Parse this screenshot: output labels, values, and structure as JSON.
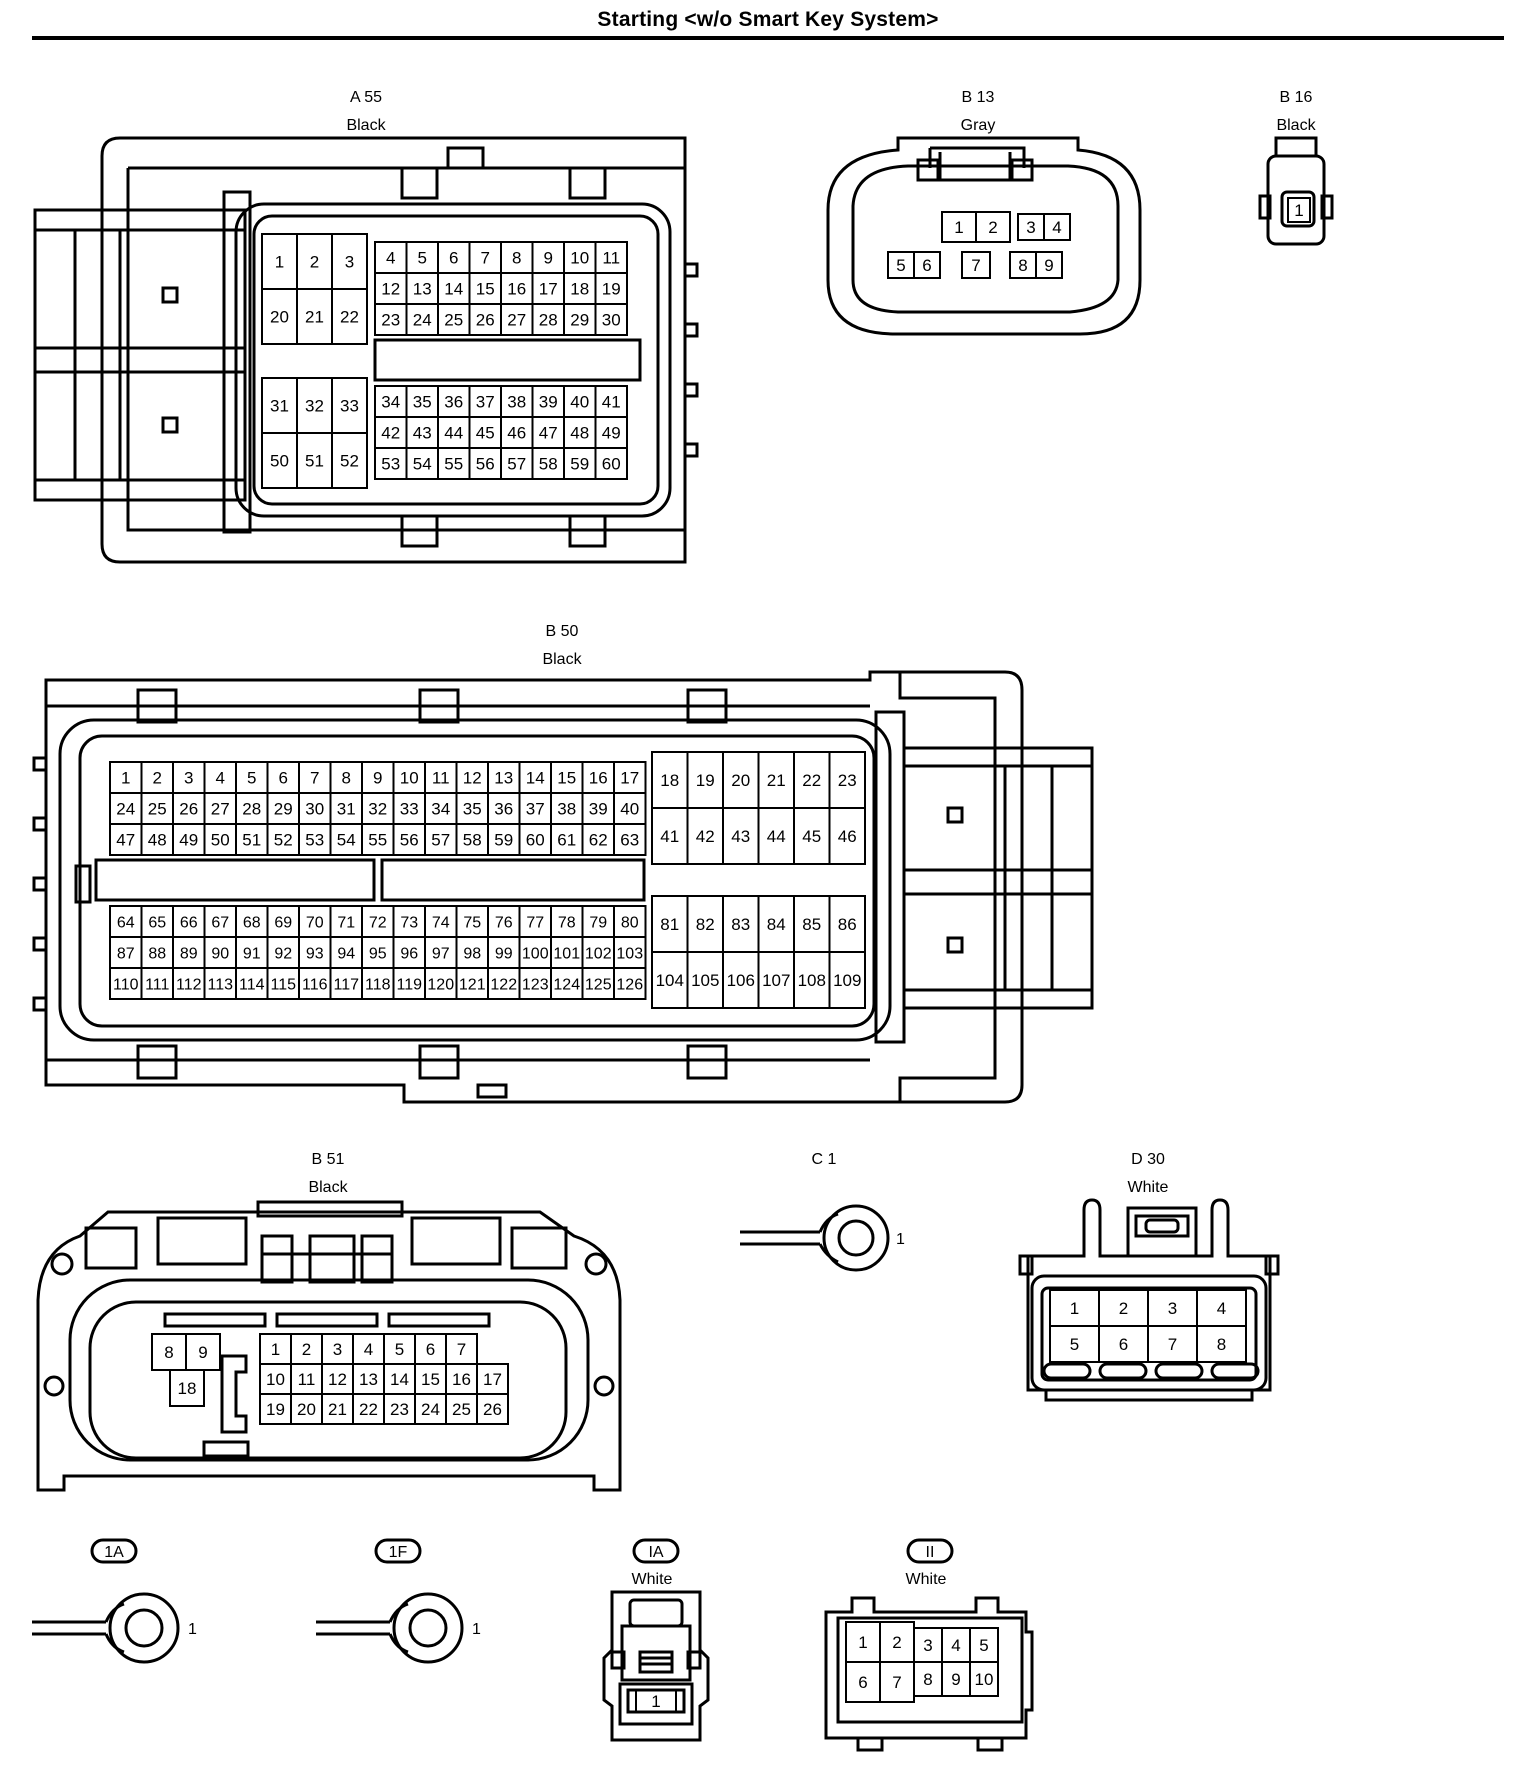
{
  "title": "Starting <w/o Smart Key System>",
  "connectors": {
    "A55": {
      "id": "A 55",
      "color": "Black"
    },
    "B13": {
      "id": "B 13",
      "color": "Gray"
    },
    "B16": {
      "id": "B 16",
      "color": "Black"
    },
    "B50": {
      "id": "B 50",
      "color": "Black"
    },
    "B51": {
      "id": "B 51",
      "color": "Black"
    },
    "C1": {
      "id": "C 1",
      "pin": "1"
    },
    "D30": {
      "id": "D 30",
      "color": "White"
    },
    "g1A": {
      "id": "1A",
      "pin": "1"
    },
    "g1F": {
      "id": "1F",
      "pin": "1"
    },
    "IA": {
      "id": "IA",
      "color": "White"
    },
    "II": {
      "id": "II",
      "color": "White"
    }
  }
}
